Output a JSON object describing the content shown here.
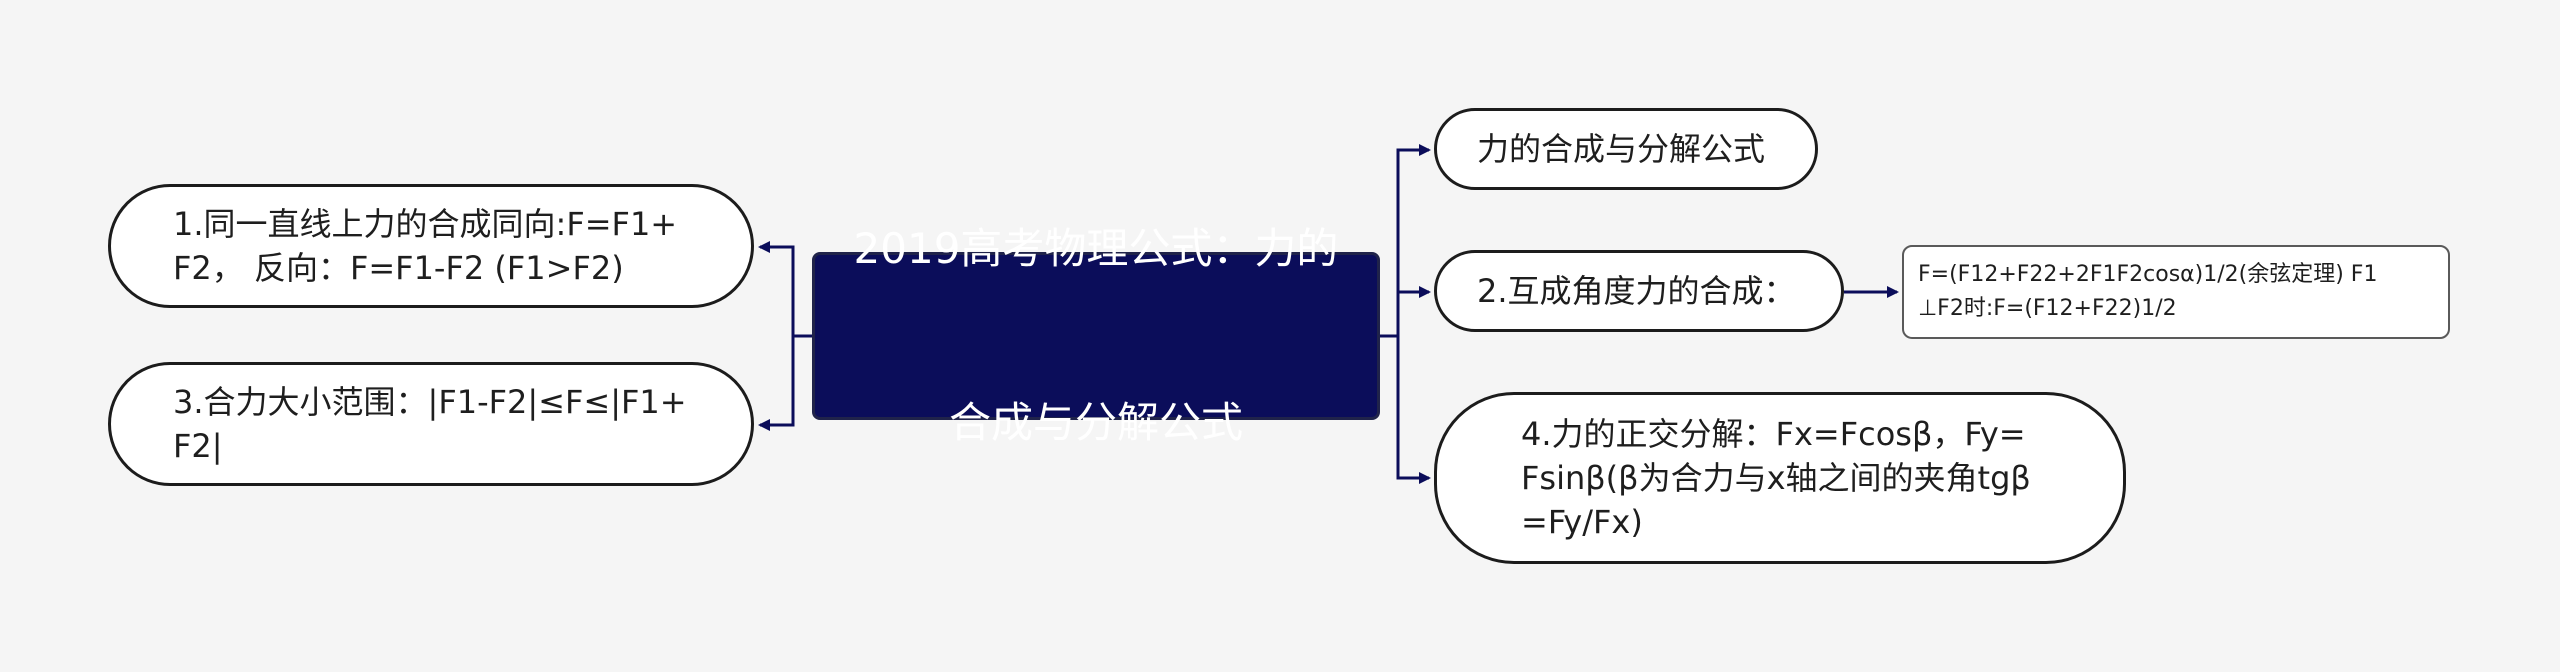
{
  "root": {
    "line1": "2019高考物理公式：力的",
    "line2": "合成与分解公式"
  },
  "left": [
    {
      "text": "1.同一直线上力的合成同向:F=F1+\nF2， 反向：F=F1-F2 (F1>F2)"
    },
    {
      "text": "3.合力大小范围：|F1-F2|≤F≤|F1+\nF2|"
    }
  ],
  "right": [
    {
      "text": "力的合成与分解公式"
    },
    {
      "text": "2.互成角度力的合成："
    },
    {
      "text": "4.力的正交分解：Fx=Fcosβ，Fy=\nFsinβ(β为合力与x轴之间的夹角tgβ\n=Fy/Fx)"
    }
  ],
  "leaf": {
    "text": "F=(F12+F22+2F1F2cosα)1/2(余弦定理) F1\n⊥F2时:F=(F12+F22)1/2"
  },
  "colors": {
    "background": "#f5f5f5",
    "root_fill": "#0b0d5a",
    "connector": "#0b0d5a",
    "node_border": "#1c1c1c"
  }
}
